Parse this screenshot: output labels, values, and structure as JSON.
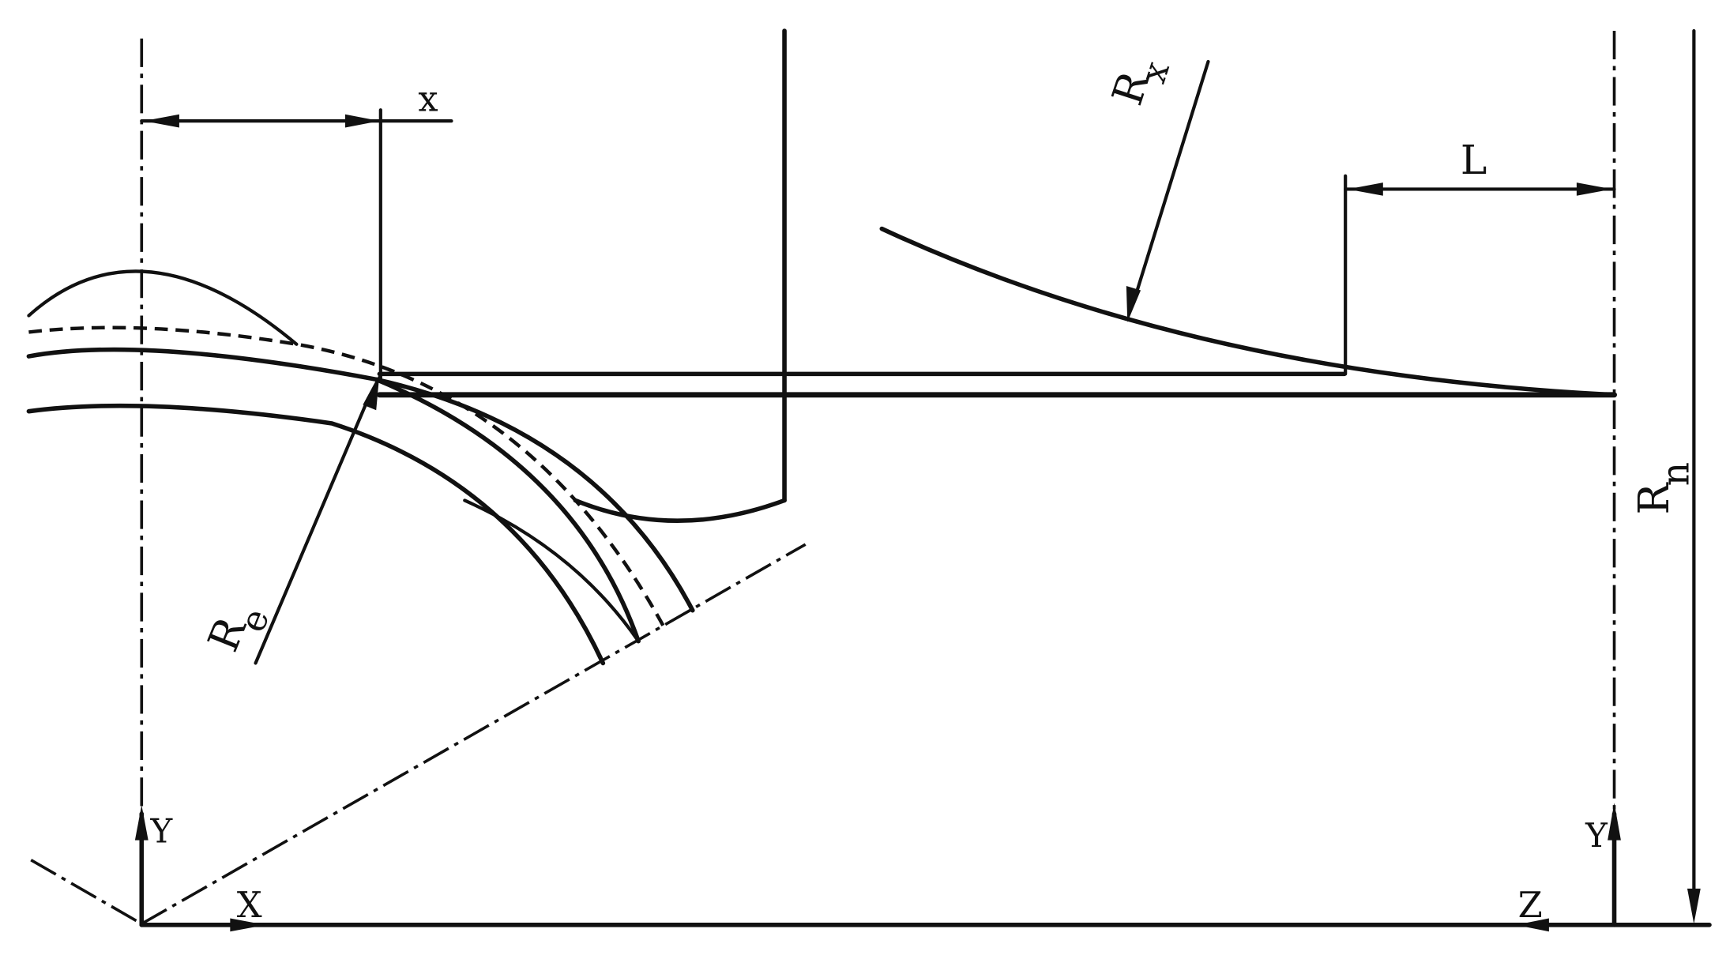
{
  "labels": {
    "x_lower": "x",
    "L": "L",
    "Rx_base": "R",
    "Rx_sub": "x",
    "Re_base": "R",
    "Re_sub": "e",
    "Rn_base": "R",
    "Rn_sub": "n",
    "Y_left": "Y",
    "X_axis": "X",
    "Y_right": "Y",
    "Z_axis": "Z"
  }
}
